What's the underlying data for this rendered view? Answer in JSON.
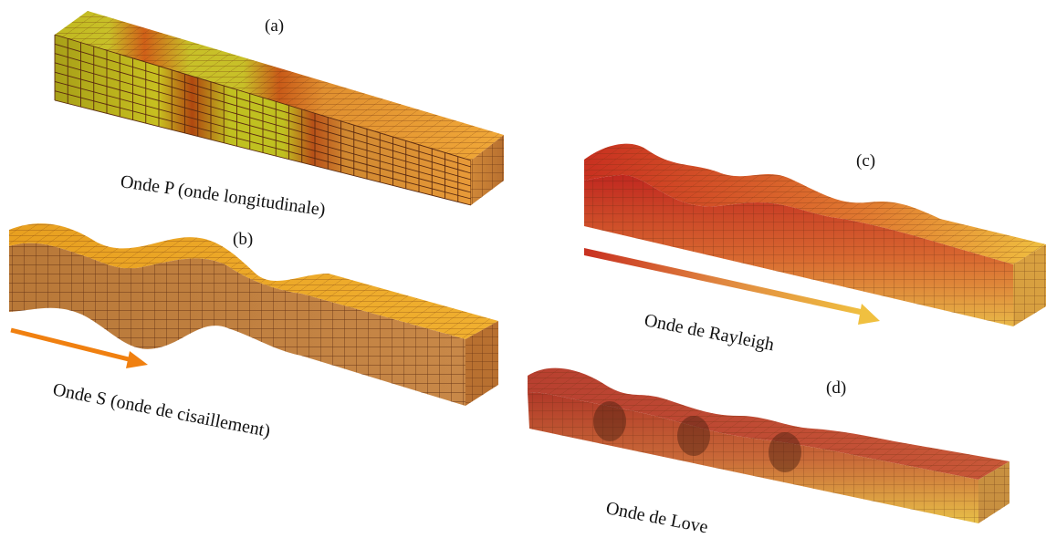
{
  "panels": [
    {
      "id": "a",
      "tag": "(a)",
      "caption": "Onde P (onde longitudinale)"
    },
    {
      "id": "b",
      "tag": "(b)",
      "caption": "Onde S (onde de cisaillement)"
    },
    {
      "id": "c",
      "tag": "(c)",
      "caption": "Onde de Rayleigh"
    },
    {
      "id": "d",
      "tag": "(d)",
      "caption": "Onde de Love"
    }
  ],
  "colors": {
    "p_wave_block": "#f0a030",
    "p_wave_compression": "#c8c020",
    "s_wave_block": "#e8a038",
    "rayleigh_top": "#c02820",
    "rayleigh_bottom": "#e8b040",
    "love_top": "#b83828",
    "love_bottom": "#e8c048",
    "grid_line": "#5a2a10",
    "s_arrow": "#f08010",
    "rayleigh_arrow_start": "#c83020",
    "rayleigh_arrow_end": "#f0c040"
  }
}
